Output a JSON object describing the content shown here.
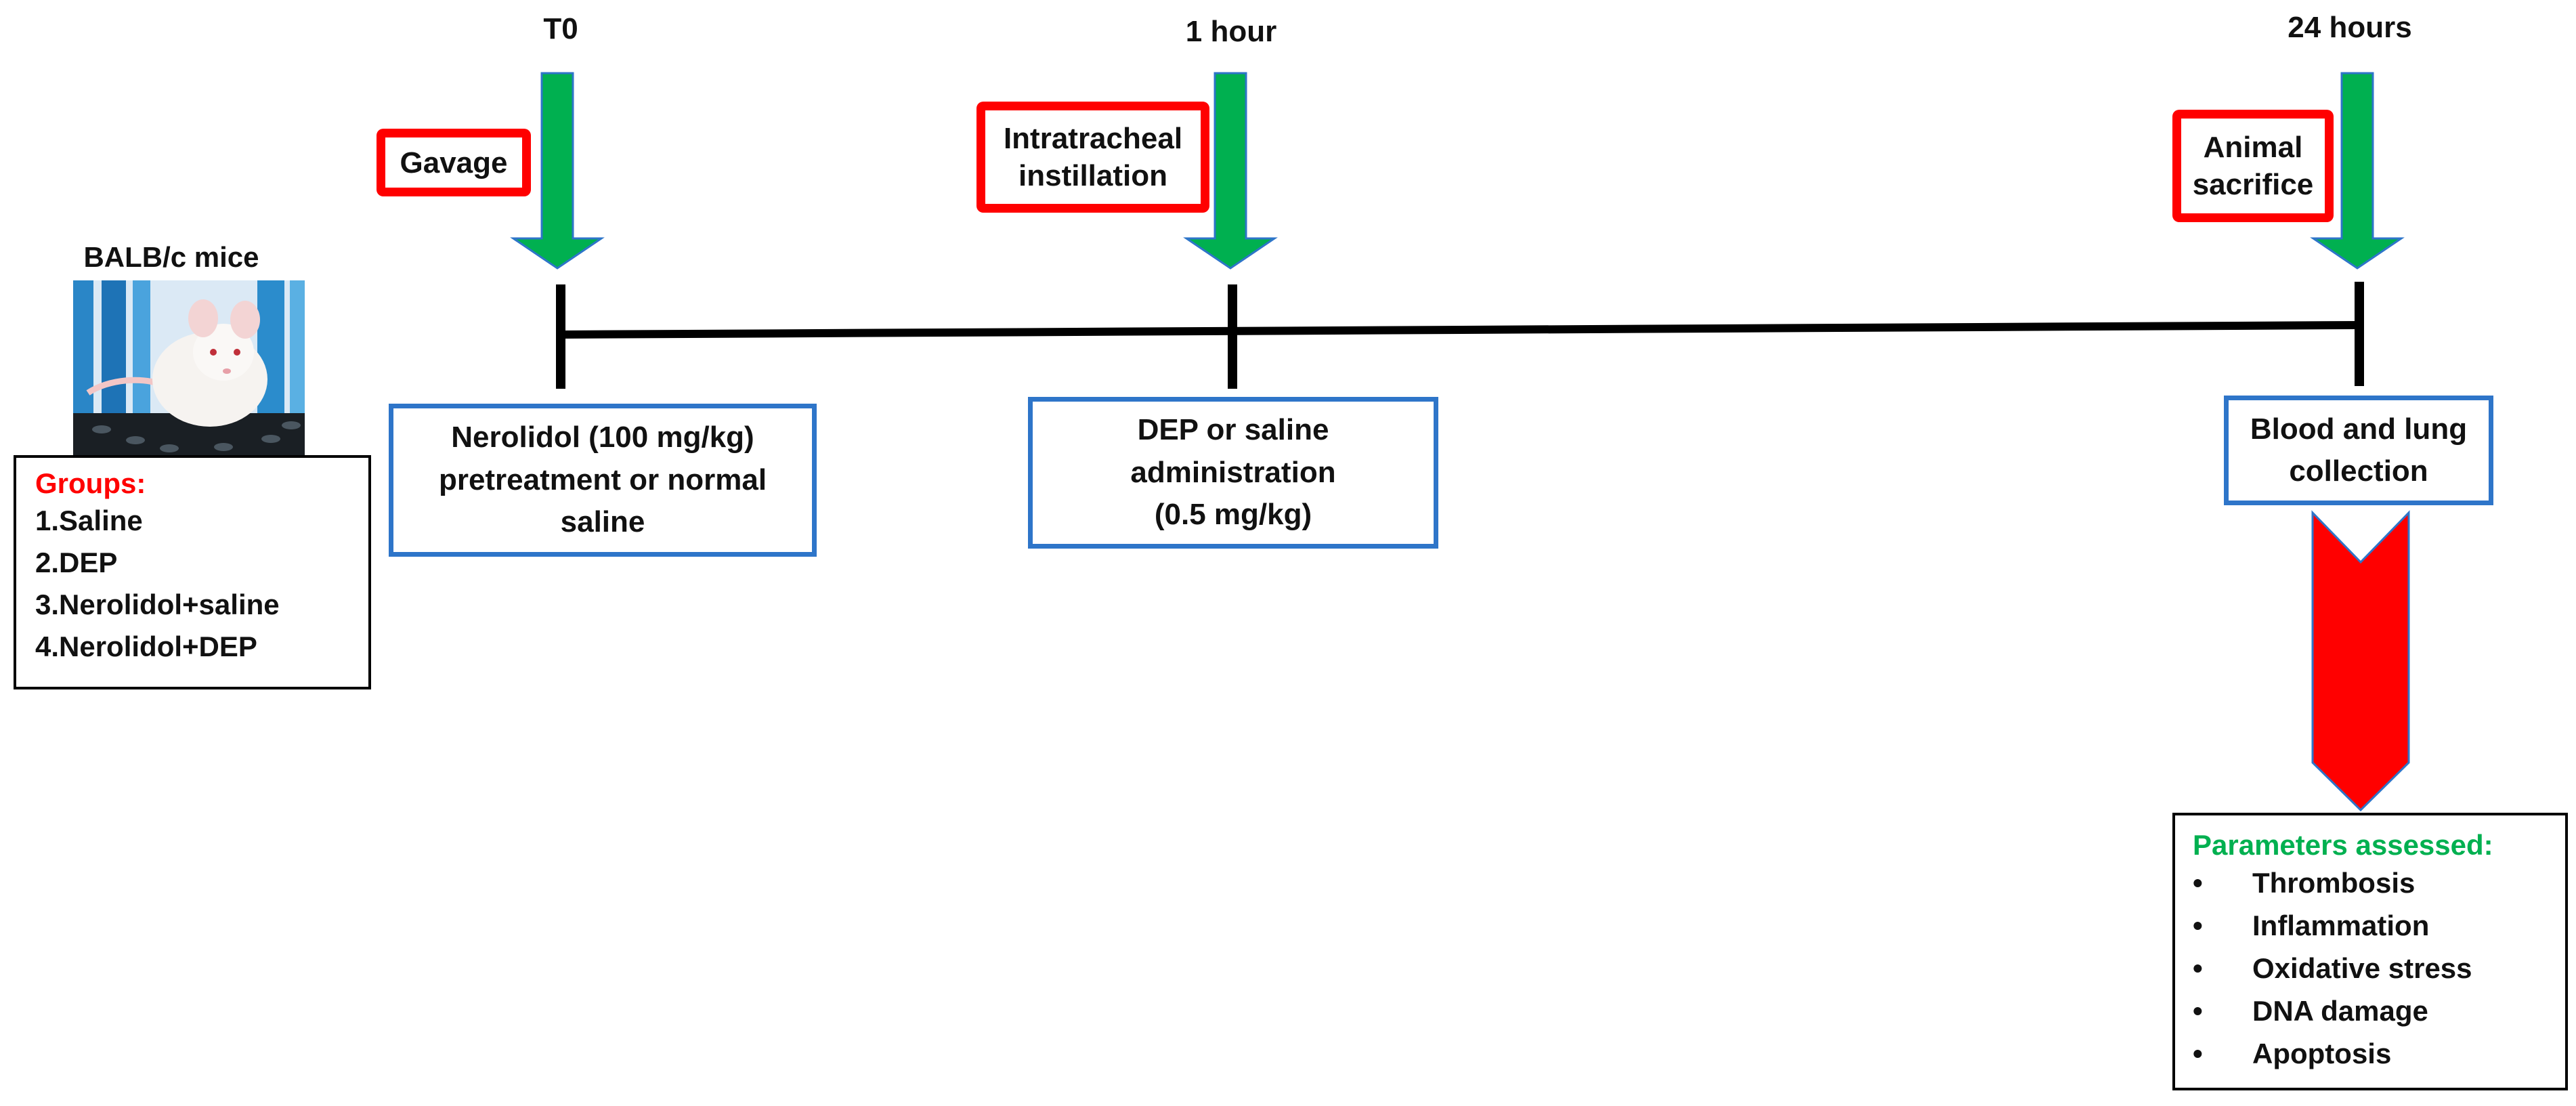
{
  "mice_label": "BALB/c mice",
  "groups": {
    "title": "Groups:",
    "items": [
      "1.Saline",
      "2.DEP",
      "3.Nerolidol+saline",
      "4.Nerolidol+DEP"
    ]
  },
  "timepoints": [
    {
      "time": "T0",
      "action": "Gavage",
      "treatment": [
        "Nerolidol (100 mg/kg)",
        "pretreatment or normal",
        "saline"
      ]
    },
    {
      "time": "1 hour",
      "action": "Intratracheal instillation",
      "action_lines": [
        "Intratracheal",
        "instillation"
      ],
      "treatment": [
        "DEP or saline",
        "administration",
        "(0.5 mg/kg)"
      ]
    },
    {
      "time": "24 hours",
      "action": "Animal sacrifice",
      "action_lines": [
        "Animal",
        "sacrifice"
      ],
      "treatment": [
        "Blood and lung",
        "collection"
      ]
    }
  ],
  "parameters": {
    "title": "Parameters assessed:",
    "items": [
      "Thrombosis",
      "Inflammation",
      "Oxidative stress",
      "DNA damage",
      "Apoptosis"
    ],
    "bullet": "•"
  },
  "colors": {
    "arrow_green": "#00b050",
    "action_border": "#ff0000",
    "treatment_border": "#2e75c9",
    "big_arrow": "#ff0000",
    "groups_title": "#ff0000",
    "parameters_title": "#00b050"
  }
}
